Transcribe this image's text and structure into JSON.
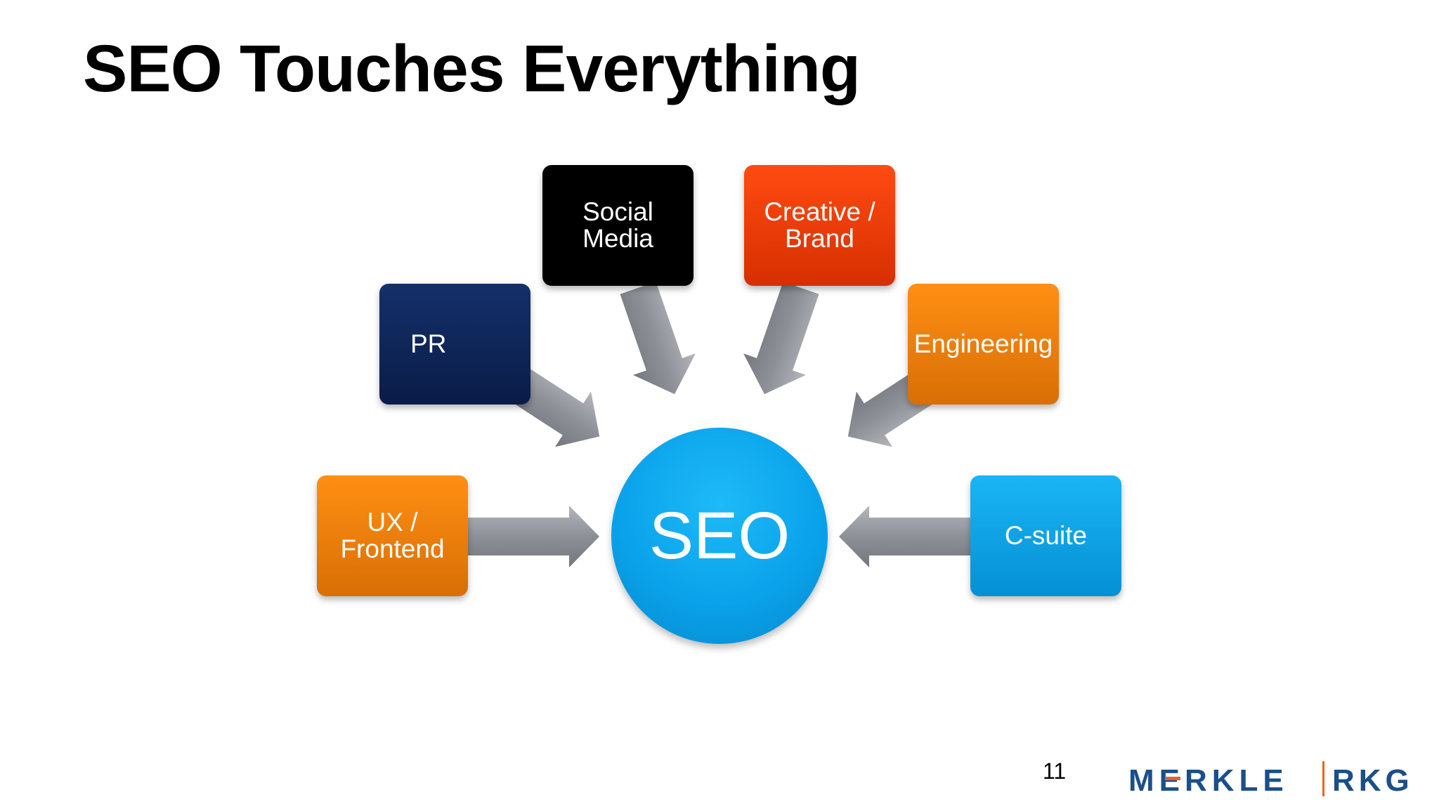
{
  "slide": {
    "title": "SEO Touches Everything",
    "page_number": "11"
  },
  "diagram": {
    "center": {
      "label": "SEO",
      "color": "#0aa3eb"
    },
    "nodes": [
      {
        "id": "pr",
        "label": "PR",
        "color": "#0f2558"
      },
      {
        "id": "social",
        "label": "Social\nMedia",
        "color": "#000000"
      },
      {
        "id": "creative",
        "label": "Creative /\nBrand",
        "color": "#f03d0a"
      },
      {
        "id": "engineering",
        "label": "Engineering",
        "color": "#f0800c"
      },
      {
        "id": "ux",
        "label": "UX /\nFrontend",
        "color": "#f0800c"
      },
      {
        "id": "csuite",
        "label": "C-suite",
        "color": "#10a5e6"
      }
    ],
    "arrow_color": "#8c8f96"
  },
  "logo": {
    "left_text": "MERKLE",
    "right_text": "RKG",
    "brand_color": "#1b4f8a",
    "accent_color": "#e8641e"
  }
}
